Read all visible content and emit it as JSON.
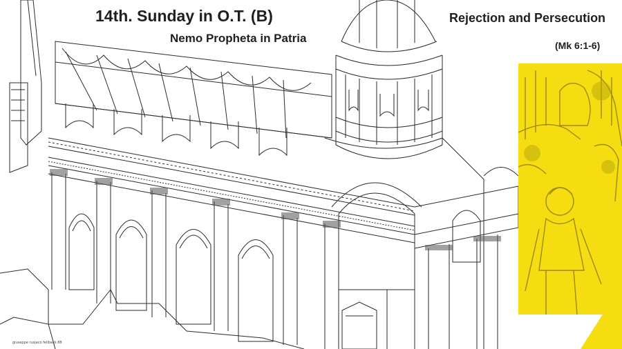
{
  "slide": {
    "title": "14th. Sunday in O.T.  (B)",
    "subtitle": "Nemo Propheta in Patria",
    "theme": "Rejection and Persecution",
    "reference": "(Mk 6:1-6)",
    "drawing_credit": "giuseppe rusjaco fellback 88"
  },
  "colors": {
    "accent_yellow": "#f6dd11",
    "text": "#1f1f1f",
    "line": "#2a2a2a"
  },
  "images": {
    "architecture": "baroque-church-isometric-line-drawing",
    "illustration": "yellow-tinted-figures-illustration"
  }
}
